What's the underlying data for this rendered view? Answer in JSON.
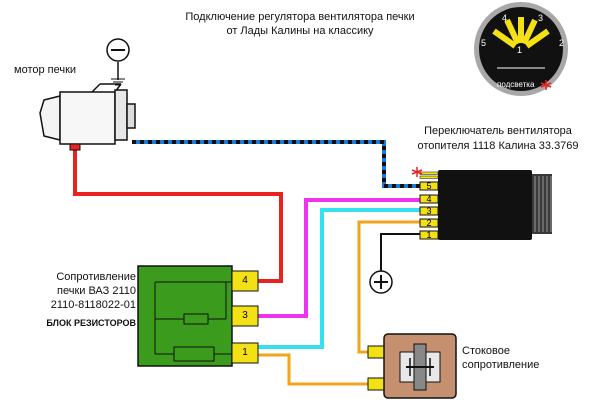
{
  "title": {
    "line1": "Подключение регулятора вентилятора печки",
    "line2": "от Лады Калины на классику"
  },
  "motor": {
    "label": "мотор печки"
  },
  "switch": {
    "label_line1": "Переключатель вентилятора",
    "label_line2": "отопителя 1118 Калина 33.3769",
    "pins": [
      "5",
      "4",
      "3",
      "2",
      "1"
    ]
  },
  "dial": {
    "positions": [
      "1",
      "2",
      "3",
      "4",
      "5"
    ],
    "backlight_label": "подсветка"
  },
  "resistor_block": {
    "label_line1": "Сопротивление",
    "label_line2": "печки ВАЗ 2110",
    "label_line3": "2110-8118022-01",
    "label_block": "БЛОК РЕЗИСТОРОВ",
    "terminals": [
      "4",
      "3",
      "1"
    ]
  },
  "stock_resistor": {
    "label_line1": "Стоковое",
    "label_line2": "сопротивление"
  },
  "colors": {
    "red_wire": "#e8231f",
    "magenta_wire": "#ee33ee",
    "cyan_wire": "#36e0ee",
    "orange_wire": "#f0a51a",
    "blue_black_wire": "#1f77d4",
    "resistor_block": "#3a9b1c",
    "terminal": "#f3e116",
    "switch_body": "#111111",
    "stock_resistor_body": "#c4906f",
    "marker_red": "#e8231f"
  },
  "icons": {
    "ground": "minus-circle-icon",
    "power": "plus-circle-icon",
    "marker": "asterisk-icon"
  }
}
